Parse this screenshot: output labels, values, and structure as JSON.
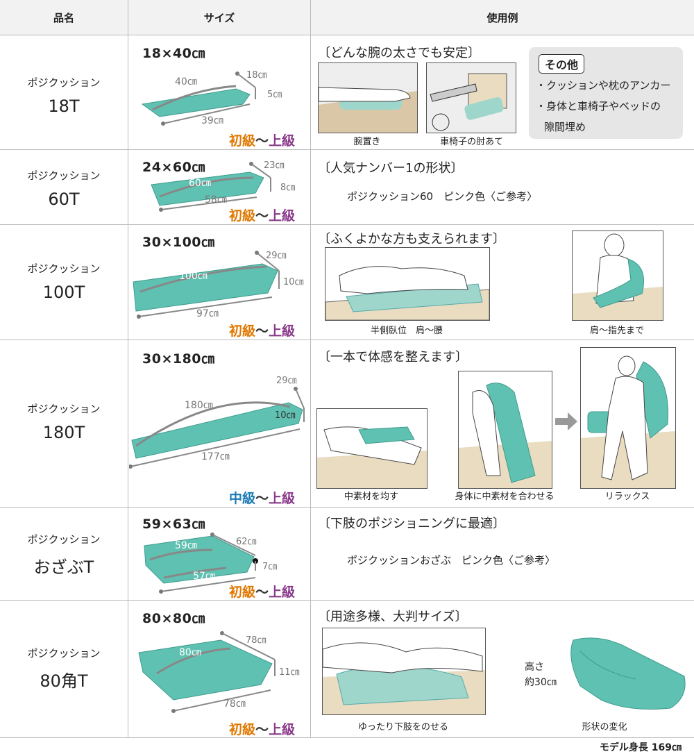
{
  "header": {
    "col1": "品名",
    "col2": "サイズ",
    "col3": "使用例"
  },
  "colors": {
    "pillow": "#5fc1b1",
    "pillow_dark": "#3e9c8e",
    "beginner": "#e07800",
    "advanced": "#8a3a8a",
    "intermediate": "#1a7ab5"
  },
  "rows": [
    {
      "name_line1": "ポジクッション",
      "name_line2": "18T",
      "size": "18×40㎝",
      "dims": {
        "length_top": "40㎝",
        "width": "18㎝",
        "height": "5㎝",
        "length_bottom": "39㎝"
      },
      "level_from": "初級",
      "level_sep": "〜",
      "level_to": "上級",
      "example_title": "〔どんな腕の太さでも安定〕",
      "captions": [
        "腕置き",
        "車椅子の肘あて"
      ],
      "other_tag": "その他",
      "other_items": [
        "・クッションや枕のアンカー",
        "・身体と車椅子やベッドの",
        "隙間埋め"
      ]
    },
    {
      "name_line1": "ポジクッション",
      "name_line2": "60T",
      "size": "24×60㎝",
      "dims": {
        "length_top": "60㎝",
        "width": "23㎝",
        "height": "8㎝",
        "length_bottom": "58㎝"
      },
      "level_from": "初級",
      "level_sep": "〜",
      "level_to": "上級",
      "example_title": "〔人気ナンバー1の形状〕",
      "note": "ポジクッション60　ピンク色〈ご参考〉"
    },
    {
      "name_line1": "ポジクッション",
      "name_line2": "100T",
      "size": "30×100㎝",
      "dims": {
        "length_top": "100㎝",
        "width": "29㎝",
        "height": "10㎝",
        "length_bottom": "97㎝"
      },
      "level_from": "初級",
      "level_sep": "〜",
      "level_to": "上級",
      "example_title": "〔ふくよかな方も支えられます〕",
      "captions": [
        "半側臥位　肩〜腰",
        "肩〜指先まで"
      ]
    },
    {
      "name_line1": "ポジクッション",
      "name_line2": "180T",
      "size": "30×180㎝",
      "dims": {
        "length_top": "180㎝",
        "width": "29㎝",
        "height": "10㎝",
        "length_bottom": "177㎝"
      },
      "level_from": "中級",
      "level_sep": "〜",
      "level_to": "上級",
      "example_title": "〔一本で体感を整えます〕",
      "captions": [
        "中素材を均す",
        "身体に中素材を合わせる",
        "リラックス"
      ]
    },
    {
      "name_line1": "ポジクッション",
      "name_line2": "おざぶT",
      "size": "59×63㎝",
      "dims": {
        "length_top": "59㎝",
        "width": "62㎝",
        "height": "7㎝",
        "length_bottom": "57㎝"
      },
      "level_from": "初級",
      "level_sep": "〜",
      "level_to": "上級",
      "example_title": "〔下肢のポジショニングに最適〕",
      "note": "ポジクッションおざぶ　ピンク色〈ご参考〉"
    },
    {
      "name_line1": "ポジクッション",
      "name_line2": "80角T",
      "size": "80×80㎝",
      "dims": {
        "length_top": "80㎝",
        "width": "78㎝",
        "height": "11㎝",
        "length_bottom": "78㎝"
      },
      "level_from": "初級",
      "level_sep": "〜",
      "level_to": "上級",
      "example_title": "〔用途多様、大判サイズ〕",
      "captions": [
        "ゆったり下肢をのせる",
        "形状の変化"
      ],
      "height_note_1": "高さ",
      "height_note_2": "約30㎝"
    }
  ],
  "footer": "モデル身長 169㎝"
}
